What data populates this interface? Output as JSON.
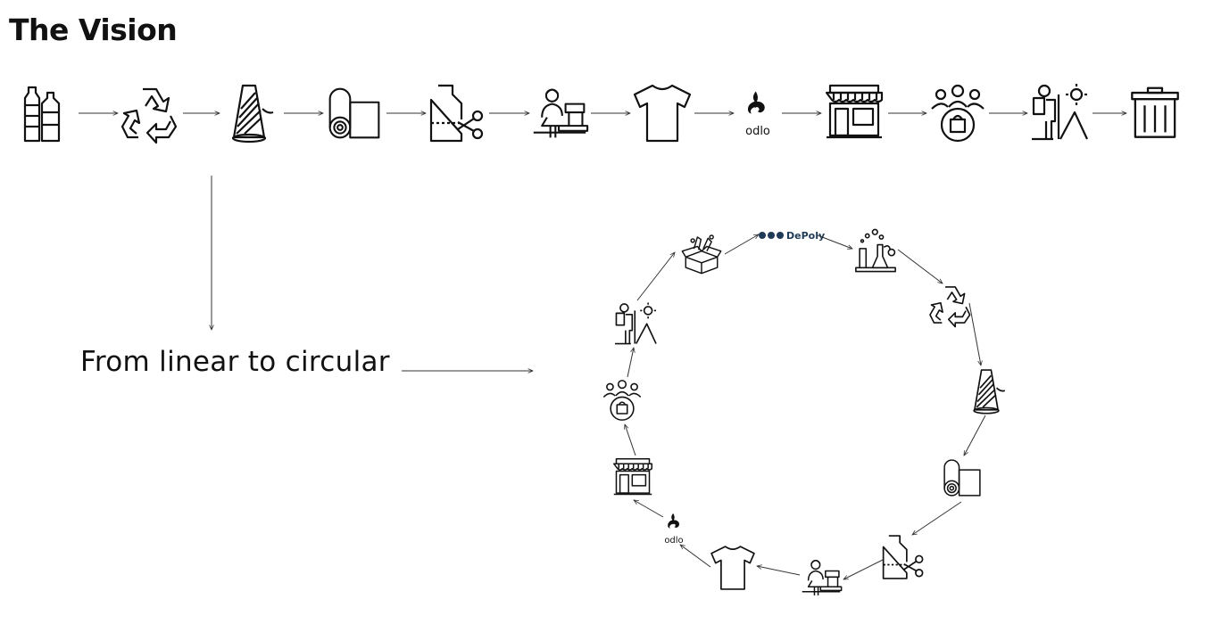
{
  "page": {
    "title": "The Vision",
    "subtitle": "From linear to circular"
  },
  "brands": {
    "odlo": "odlo",
    "depoly": "DePoly",
    "depoly_color": "#1f3a56"
  },
  "linear_chain": [
    {
      "step": "plastic-bottles",
      "icon": "bottles-icon"
    },
    {
      "step": "recycling",
      "icon": "recycle-icon"
    },
    {
      "step": "yarn",
      "icon": "yarn-spool-icon"
    },
    {
      "step": "fabric",
      "icon": "fabric-roll-icon"
    },
    {
      "step": "cutting",
      "icon": "pattern-cutting-icon"
    },
    {
      "step": "sewing",
      "icon": "sewing-icon"
    },
    {
      "step": "garment",
      "icon": "tshirt-icon"
    },
    {
      "step": "brand",
      "icon": "odlo-logo-icon"
    },
    {
      "step": "retail",
      "icon": "store-icon"
    },
    {
      "step": "customers",
      "icon": "customers-shopping-icon"
    },
    {
      "step": "use",
      "icon": "hiker-icon"
    },
    {
      "step": "waste",
      "icon": "trash-bin-icon"
    }
  ],
  "circular_chain": [
    {
      "step": "collection",
      "icon": "donation-box-icon"
    },
    {
      "step": "depolymerisation",
      "icon": "depoly-logo-icon"
    },
    {
      "step": "chemistry",
      "icon": "lab-flask-icon"
    },
    {
      "step": "recycling",
      "icon": "recycle-icon"
    },
    {
      "step": "yarn",
      "icon": "yarn-spool-icon"
    },
    {
      "step": "fabric",
      "icon": "fabric-roll-icon"
    },
    {
      "step": "cutting",
      "icon": "pattern-cutting-icon"
    },
    {
      "step": "sewing",
      "icon": "sewing-icon"
    },
    {
      "step": "garment",
      "icon": "tshirt-icon"
    },
    {
      "step": "brand",
      "icon": "odlo-logo-icon"
    },
    {
      "step": "retail",
      "icon": "store-icon"
    },
    {
      "step": "customers",
      "icon": "customers-shopping-icon"
    },
    {
      "step": "use",
      "icon": "hiker-icon"
    }
  ]
}
